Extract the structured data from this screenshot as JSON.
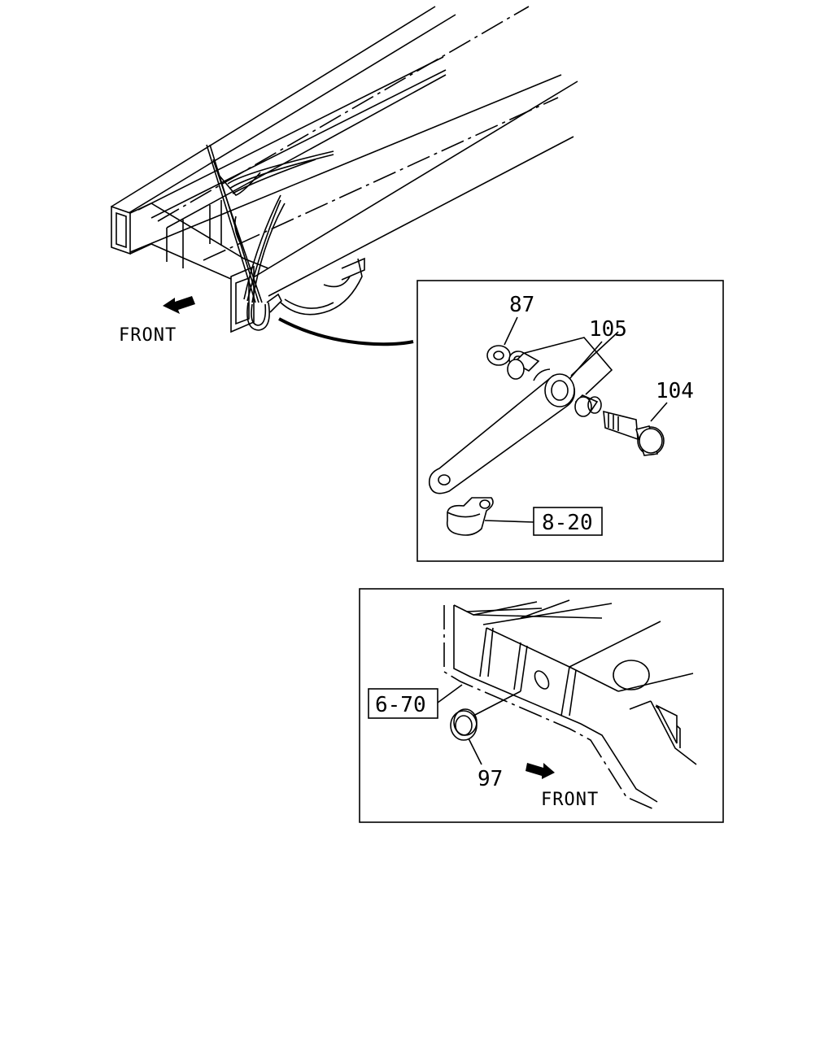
{
  "overview": {
    "direction_label": "FRONT"
  },
  "detail_top": {
    "callouts": {
      "nut": "87",
      "bushing_set": "105",
      "bolt": "104",
      "clamp_ref": "8-20"
    }
  },
  "detail_bottom": {
    "callouts": {
      "tank_ref": "6-70",
      "grommet": "97"
    },
    "direction_label": "FRONT"
  }
}
